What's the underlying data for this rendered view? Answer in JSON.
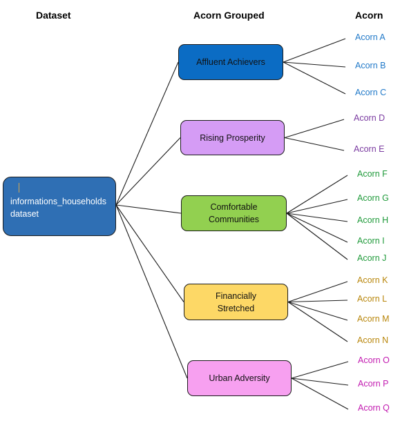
{
  "headers": {
    "dataset": "Dataset",
    "group": "Acorn Grouped",
    "acorn": "Acorn"
  },
  "root": {
    "line1": "informations_households",
    "line2": "dataset",
    "color": "#2f6fb4"
  },
  "groups": [
    {
      "label": "Affluent Achievers",
      "fill": "#0b6cc4",
      "leaf_color": "#1f78c8",
      "leaves": [
        "Acorn A",
        "Acorn B",
        "Acorn C"
      ]
    },
    {
      "label": "Rising Prosperity",
      "fill": "#d59cf5",
      "leaf_color": "#7a3aa0",
      "leaves": [
        "Acorn D",
        "Acorn E"
      ]
    },
    {
      "label": "Comfortable\nCommunities",
      "fill": "#92d050",
      "leaf_color": "#1f9a3a",
      "leaves": [
        "Acorn F",
        "Acorn G",
        "Acorn H",
        "Acorn I",
        "Acorn J"
      ]
    },
    {
      "label": "Financially\nStretched",
      "fill": "#fdd866",
      "leaf_color": "#b8860b",
      "leaves": [
        "Acorn K",
        "Acorn L",
        "Acorn M",
        "Acorn N"
      ]
    },
    {
      "label": "Urban Adversity",
      "fill": "#f7a0f0",
      "leaf_color": "#c21bb0",
      "leaves": [
        "Acorn O",
        "Acorn P",
        "Acorn Q"
      ]
    }
  ]
}
